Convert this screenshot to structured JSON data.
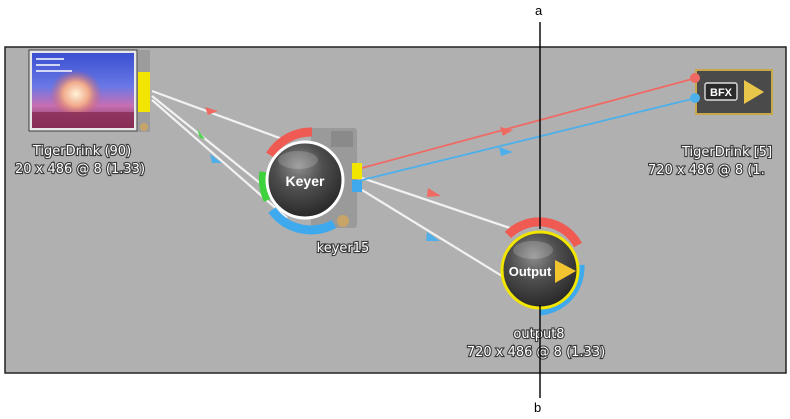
{
  "callouts": {
    "top": "a",
    "bottom": "b"
  },
  "nodes": {
    "source": {
      "name": "TigerDrink (90)",
      "format": "20 x 486 @ 8 (1.33)"
    },
    "keyer": {
      "button": "Keyer",
      "name": "keyer15"
    },
    "output": {
      "button": "Output",
      "name": "output8",
      "format": "720 x 486 @ 8 (1.33)"
    },
    "bfx": {
      "badge": "BFX",
      "name": "TigerDrink [5]",
      "format": "720 x 486 @ 8 (1."
    }
  },
  "colors": {
    "canvas": "#b0b0b0",
    "red_link": "#f06a64",
    "blue_link": "#4db0ea",
    "green_port": "#4fd84f",
    "yellow_port": "#f2e600",
    "node_ring_red": "#ef5a52",
    "node_ring_blue": "#3fa9ee",
    "node_ring_green": "#3ed23e"
  },
  "icons": [
    "play-triangle-icon",
    "thumbnail-image"
  ]
}
